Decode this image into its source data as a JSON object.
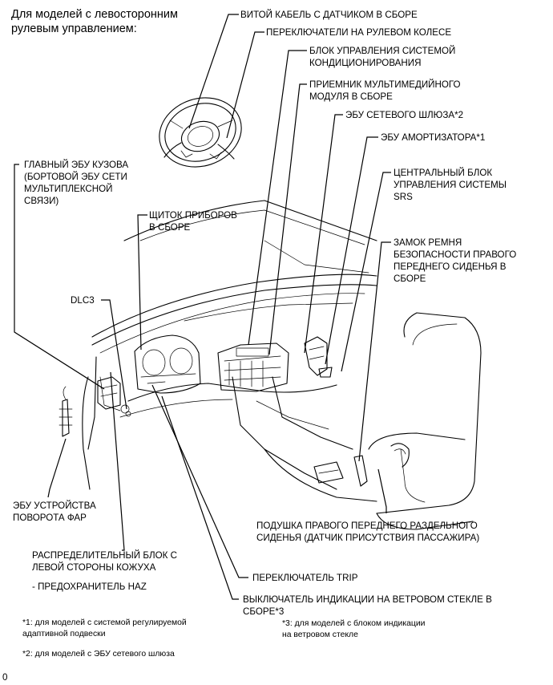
{
  "heading": "Для моделей с левосторонним\nрулевым управлением:",
  "labels": {
    "spiral_cable": "ВИТОЙ КАБЕЛЬ С ДАТЧИКОМ В СБОРЕ",
    "steering_switches": "ПЕРЕКЛЮЧАТЕЛИ НА РУЛЕВОМ КОЛЕСЕ",
    "ac_control": "БЛОК УПРАВЛЕНИЯ СИСТЕМОЙ\nКОНДИЦИОНИРОВАНИЯ",
    "multimedia": "ПРИЕМНИК МУЛЬТИМЕДИЙНОГО\nМОДУЛЯ В СБОРЕ",
    "gateway_ecu": "ЭБУ СЕТЕВОГО ШЛЮЗА*2",
    "absorber_ecu": "ЭБУ АМОРТИЗАТОРА*1",
    "srs_unit": "ЦЕНТРАЛЬНЫЙ БЛОК\nУПРАВЛЕНИЯ СИСТЕМЫ\nSRS",
    "seatbelt_buckle": "ЗАМОК РЕМНЯ\nБЕЗОПАСНОСТИ ПРАВОГО\nПЕРЕДНЕГО СИДЕНЬЯ В\nСБОРЕ",
    "main_body_ecu": "ГЛАВНЫЙ ЭБУ КУЗОВА\n(БОРТОВОЙ ЭБУ СЕТИ\nМУЛЬТИПЛЕКСНОЙ\nСВЯЗИ)",
    "combination_meter": "ЩИТОК ПРИБОРОВ\nВ СБОРЕ",
    "dlc3": "DLC3",
    "headlamp_swivel_ecu": "ЭБУ УСТРОЙСТВА\nПОВОРОТА ФАР",
    "junction_block": "РАСПРЕДЕЛИТЕЛЬНЫЙ БЛОК С\nЛЕВОЙ СТОРОНЫ КОЖУХА",
    "haz_fuse": "- ПРЕДОХРАНИТЕЛЬ HAZ",
    "trip_switch": "ПЕРЕКЛЮЧАТЕЛЬ TRIP",
    "hud_switch": "ВЫКЛЮЧАТЕЛЬ ИНДИКАЦИИ НА ВЕТРОВОМ СТЕКЛЕ В\nСБОРЕ*3",
    "seat_cushion_sensor": "ПОДУШКА ПРАВОГО ПЕРЕДНЕГО РАЗДЕЛЬНОГО\nСИДЕНЬЯ (ДАТЧИК ПРИСУТСТВИЯ ПАССАЖИРА)"
  },
  "notes": {
    "n1": "*1: для моделей с системой регулируемой\nадаптивной подвески",
    "n2": "*2: для моделей с ЭБУ сетевого шлюза",
    "n3": "*3: для моделей с блоком индикации\nна ветровом стекле"
  },
  "figure_number": "0"
}
